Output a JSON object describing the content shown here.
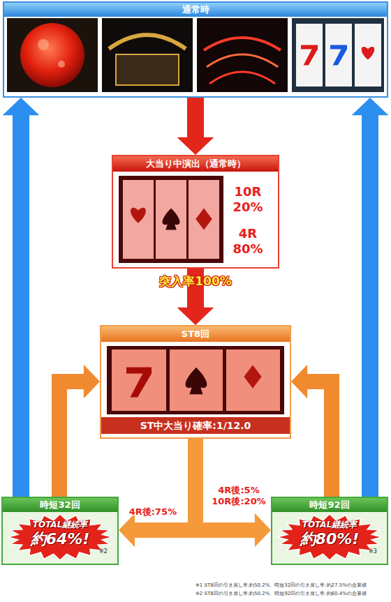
{
  "diagram": {
    "nodes": [
      {
        "text": [
          "通常時"
        ]
      },
      {
        "text": [
          "大当り中演出（通常時）",
          "10R 20%",
          "4R 80%"
        ]
      },
      {
        "text": [
          "ST8回",
          "ST中大当り確率:1/12.0"
        ]
      },
      {
        "text": [
          "時短32回",
          "TOTAL継続率",
          "約64%!",
          "※2"
        ]
      },
      {
        "text": [
          "時短92回",
          "TOTAL継続率",
          "約80%!",
          "※3"
        ]
      }
    ],
    "edges": [
      {
        "from": 0,
        "to": 1,
        "arrow": "to"
      },
      {
        "from": 1,
        "to": 2,
        "label": "突入率100%",
        "arrow": "to"
      },
      {
        "from": 2,
        "to": 3,
        "label": "4R後:75%",
        "arrow": "to"
      },
      {
        "from": 2,
        "to": 4,
        "label": "4R後:5% 10R後:20%",
        "arrow": "to"
      },
      {
        "from": 3,
        "to": 2,
        "arrow": "to"
      },
      {
        "from": 3,
        "to": 0,
        "arrow": "to"
      },
      {
        "from": 4,
        "to": 2,
        "arrow": "to"
      },
      {
        "from": 4,
        "to": 0,
        "arrow": "to"
      }
    ],
    "labels": [
      "※1 ST8回の引き戻し率:約50.2%、時短32回の引き戻し率:約27.5%の合算値",
      "※2 ST8回の引き戻し率:約50.2%、時短92回の引き戻し率:約60.4%の合算値"
    ]
  }
}
